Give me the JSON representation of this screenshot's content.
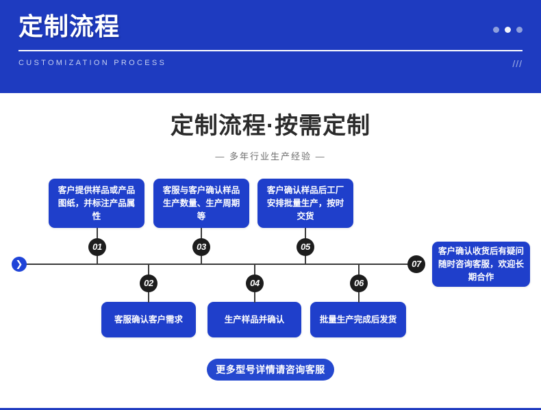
{
  "header": {
    "title": "定制流程",
    "subtitle": "CUSTOMIZATION PROCESS",
    "slashes": "///",
    "background_color": "#1e3bc0",
    "dots": [
      "dot",
      "dot-bright",
      "dot"
    ]
  },
  "main": {
    "title": "定制流程·按需定制",
    "subtitle": "— 多年行业生产经验 —"
  },
  "flow": {
    "start_marker": "❯",
    "accent_color": "#1f3fcb",
    "node_color": "#1d1d1d",
    "steps": [
      {
        "number": "01",
        "position": "top",
        "text": "客户提供样品或产品图纸，并标注产品属性"
      },
      {
        "number": "02",
        "position": "bottom",
        "text": "客服确认客户需求"
      },
      {
        "number": "03",
        "position": "top",
        "text": "客服与客户确认样品生产数量、生产周期等"
      },
      {
        "number": "04",
        "position": "bottom",
        "text": "生产样品并确认"
      },
      {
        "number": "05",
        "position": "top",
        "text": "客户确认样品后工厂安排批量生产，按时交货"
      },
      {
        "number": "06",
        "position": "bottom",
        "text": "批量生产完成后发货"
      },
      {
        "number": "07",
        "position": "right",
        "text": "客户确认收货后有疑问随时咨询客服，欢迎长期合作"
      }
    ]
  },
  "cta": {
    "label": "更多型号详情请咨询客服"
  }
}
